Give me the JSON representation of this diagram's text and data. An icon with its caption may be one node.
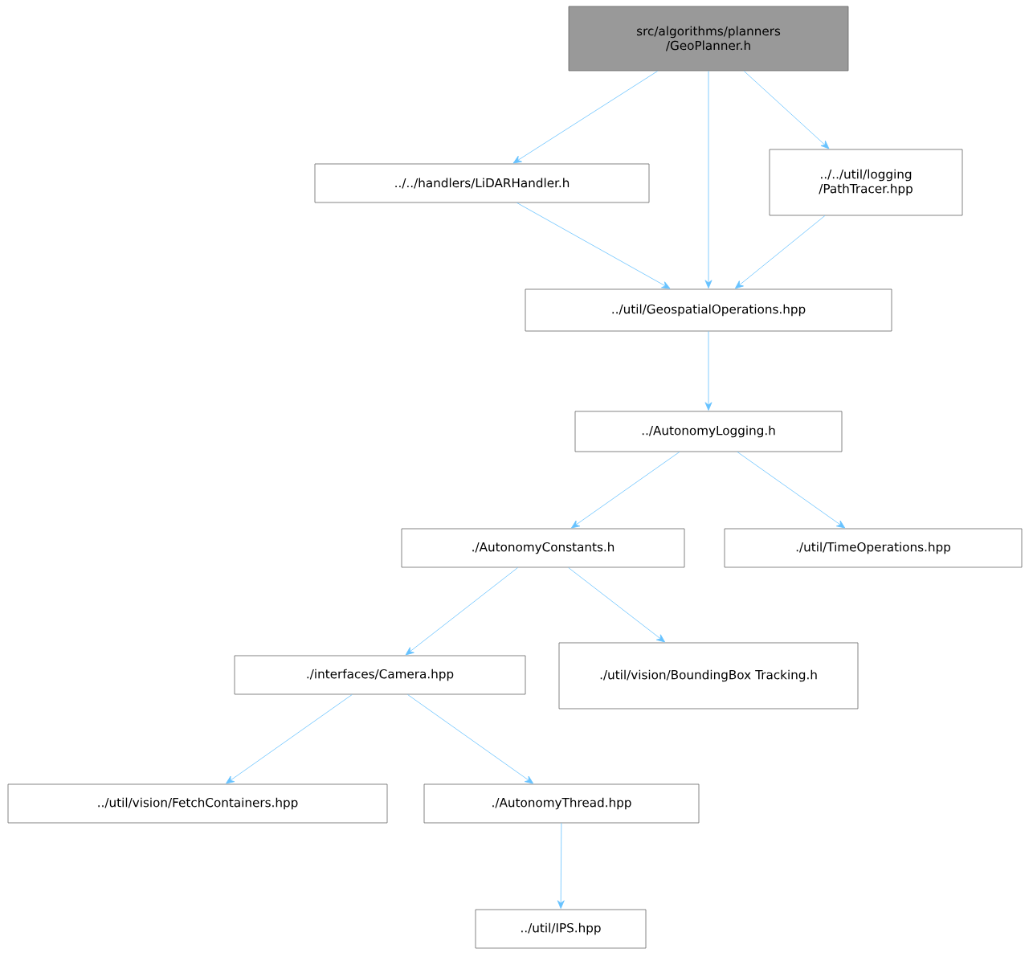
{
  "diagram": {
    "nodes": [
      {
        "text": [
          "src/algorithms/planners /GeoPlanner.h"
        ]
      },
      {
        "text": [
          "../../handlers/LiDARHandler.h"
        ]
      },
      {
        "text": [
          "../../util/logging /PathTracer.hpp"
        ]
      },
      {
        "text": [
          "../util/GeospatialOperations.hpp"
        ]
      },
      {
        "text": [
          "../AutonomyLogging.h"
        ]
      },
      {
        "text": [
          "./AutonomyConstants.h"
        ]
      },
      {
        "text": [
          "./util/TimeOperations.hpp"
        ]
      },
      {
        "text": [
          "./interfaces/Camera.hpp"
        ]
      },
      {
        "text": [
          "./util/vision/BoundingBox Tracking.h"
        ]
      },
      {
        "text": [
          "../util/vision/FetchContainers.hpp"
        ]
      },
      {
        "text": [
          "./AutonomyThread.hpp"
        ]
      },
      {
        "text": [
          "../util/IPS.hpp"
        ]
      }
    ],
    "edges": [
      {
        "from": 0,
        "to": 1,
        "arrow": "to"
      },
      {
        "from": 0,
        "to": 3,
        "arrow": "to"
      },
      {
        "from": 0,
        "to": 2,
        "arrow": "to"
      },
      {
        "from": 1,
        "to": 3,
        "arrow": "to"
      },
      {
        "from": 2,
        "to": 3,
        "arrow": "to"
      },
      {
        "from": 3,
        "to": 4,
        "arrow": "to"
      },
      {
        "from": 4,
        "to": 5,
        "arrow": "to"
      },
      {
        "from": 4,
        "to": 6,
        "arrow": "to"
      },
      {
        "from": 5,
        "to": 7,
        "arrow": "to"
      },
      {
        "from": 5,
        "to": 8,
        "arrow": "to"
      },
      {
        "from": 7,
        "to": 9,
        "arrow": "to"
      },
      {
        "from": 7,
        "to": 10,
        "arrow": "to"
      },
      {
        "from": 10,
        "to": 11,
        "arrow": "to"
      }
    ]
  }
}
